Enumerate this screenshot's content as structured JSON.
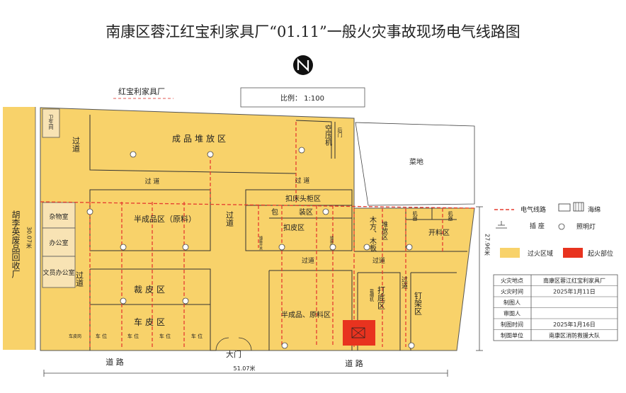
{
  "title": "南康区蓉江红宝利家具厂“01.11”一般火灾事故现场电气线路图",
  "factory_label": "红宝利家具厂",
  "scale": "比例： 1:100",
  "neighbor_label": "胡李英废品回收厂",
  "dim_left": "30.07米",
  "dim_right": "27.96米",
  "dim_bottom": "51.07米",
  "veg_label": "菜地",
  "main_gate": "大门",
  "road_left": "道   路",
  "road_right": "道   路",
  "areas": {
    "toilet": "卫生间",
    "aisle_top_left": "过道",
    "finished_goods": "成品堆放区",
    "air_compressor": "空压机",
    "back_door": "后门",
    "aisle_mid_left": "过  道",
    "aisle_mid_right": "过  道",
    "aisle_center": "过道",
    "semi_finished": "半成品区（原料）",
    "storage": "杂物室",
    "office": "办公室",
    "clerk_office": "文员办公室",
    "aisle_left": "过道",
    "cutting": "裁皮区",
    "sewing": "车皮区",
    "headboard": "扣床头柜区",
    "packing_a": "包",
    "packing_b": "装区",
    "button": "扣皮区",
    "wood": "木方、木板",
    "wood_stack": "堆放区",
    "machine_left": "机器",
    "machine_right": "机器",
    "cutting_material": "开料区",
    "aisle_low_a": "过道",
    "aisle_low_b": "过道",
    "semi_raw": "半成品、原料区",
    "sanding": "打底区",
    "nail": "钉架区",
    "aisle_far_right": "过道",
    "shoe_machine": "裁绷机",
    "plug_a": "插座开关",
    "plug_b": "插座开关",
    "car_seat": "车  位",
    "car_post": "车皮岗"
  },
  "legend": {
    "wiring": "电气线路",
    "sponge": "海绵",
    "socket": "插  座",
    "light": "照明灯",
    "burned": "过火区域",
    "origin": "起火部位"
  },
  "info": {
    "rows": [
      {
        "label": "火灾地点",
        "value": "南康区蓉江红宝利家具厂"
      },
      {
        "label": "火灾时间",
        "value": "2025年1月11日"
      },
      {
        "label": "制图人",
        "value": ""
      },
      {
        "label": "审图人",
        "value": ""
      },
      {
        "label": "制图时间",
        "value": "2025年1月16日"
      },
      {
        "label": "制图单位",
        "value": "南康区消防救援大队"
      }
    ]
  },
  "colors": {
    "burned": "#f8d26a",
    "origin": "#e8331f",
    "wire": "#e53b2f",
    "label_red": "#d9211a"
  }
}
